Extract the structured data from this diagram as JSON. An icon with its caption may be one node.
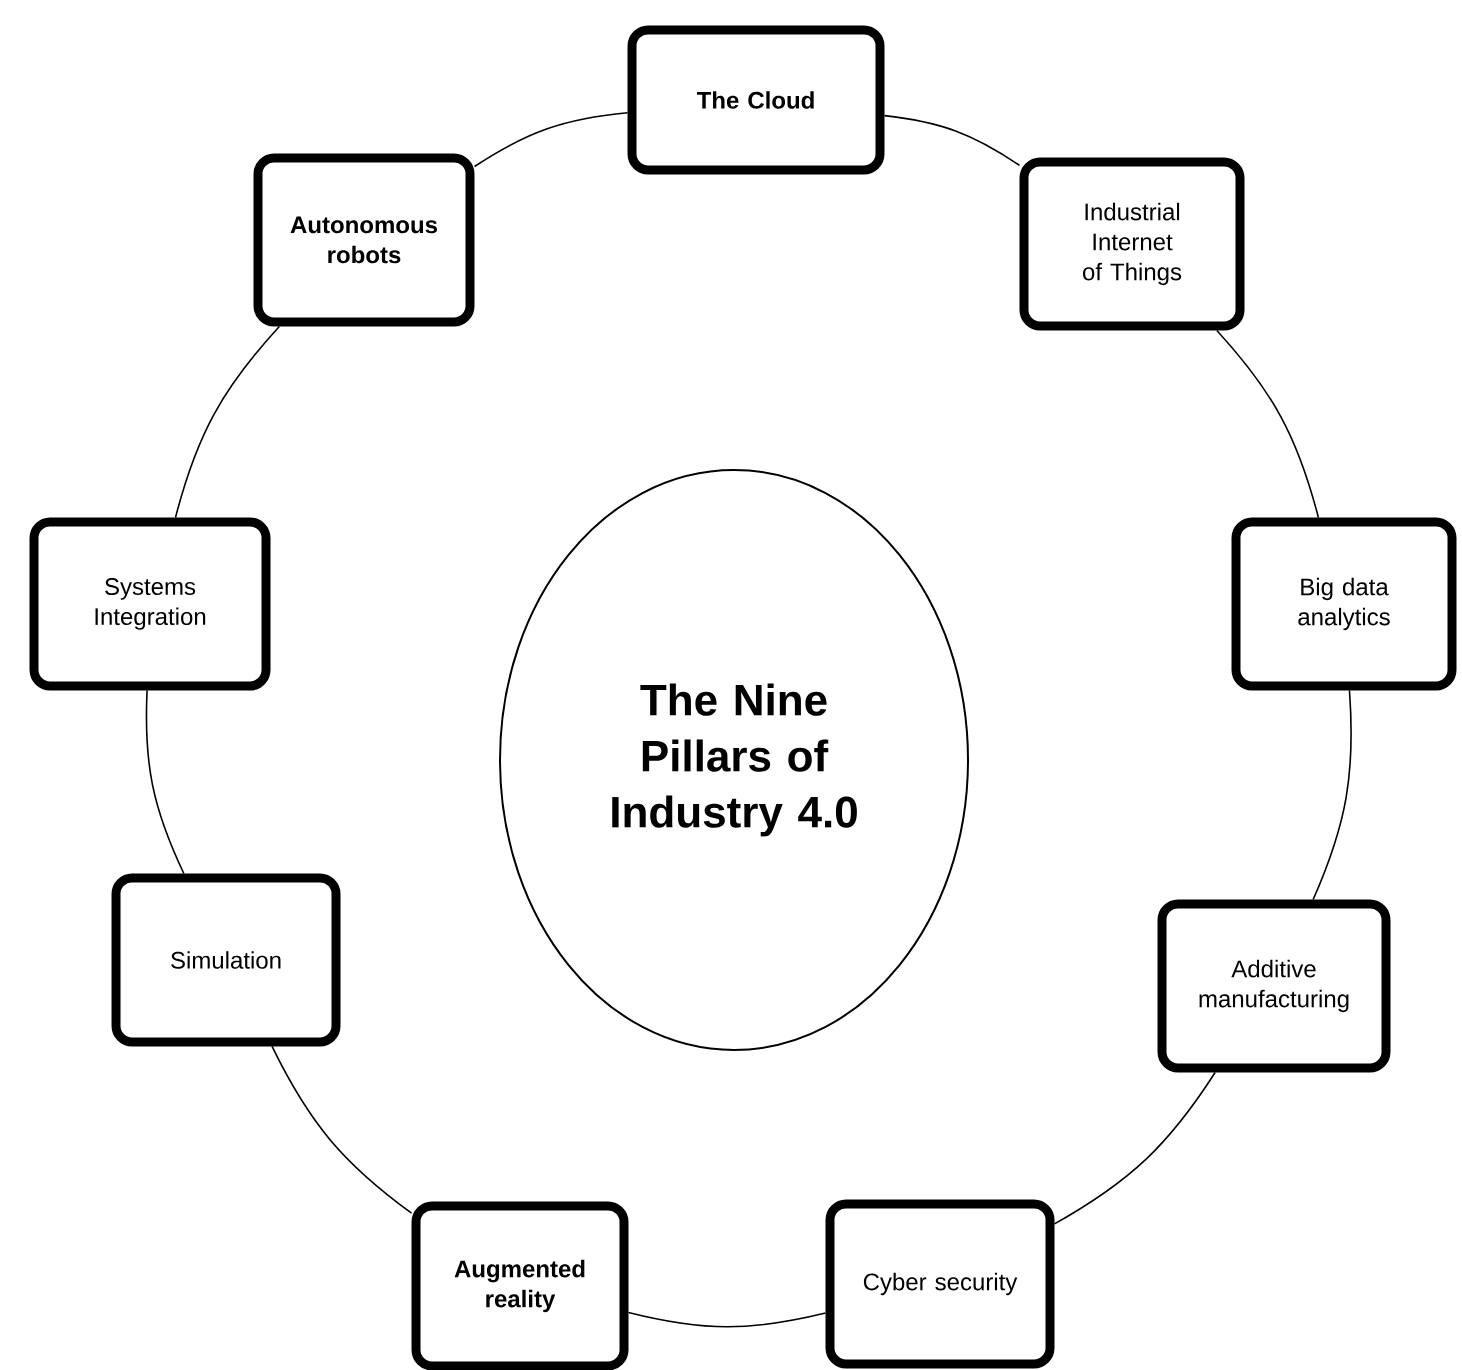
{
  "diagram": {
    "nodes": [
      {
        "text": [
          "The Nine Pillars of Industry 4.0"
        ]
      },
      {
        "text": [
          "The Cloud"
        ]
      },
      {
        "text": [
          "Industrial Internet of Things"
        ]
      },
      {
        "text": [
          "Big data analytics"
        ]
      },
      {
        "text": [
          "Additive manufacturing"
        ]
      },
      {
        "text": [
          "Cyber security"
        ]
      },
      {
        "text": [
          "Augmented reality"
        ]
      },
      {
        "text": [
          "Simulation"
        ]
      },
      {
        "text": [
          "Systems Integration"
        ]
      },
      {
        "text": [
          "Autonomous robots"
        ]
      }
    ],
    "edges": [
      {
        "from": 1,
        "to": 2,
        "arrow": "none"
      },
      {
        "from": 2,
        "to": 3,
        "arrow": "none"
      },
      {
        "from": 3,
        "to": 4,
        "arrow": "none"
      },
      {
        "from": 4,
        "to": 5,
        "arrow": "none"
      },
      {
        "from": 5,
        "to": 6,
        "arrow": "none"
      },
      {
        "from": 6,
        "to": 7,
        "arrow": "none"
      },
      {
        "from": 7,
        "to": 8,
        "arrow": "none"
      },
      {
        "from": 8,
        "to": 9,
        "arrow": "none"
      },
      {
        "from": 9,
        "to": 1,
        "arrow": "none"
      }
    ]
  }
}
